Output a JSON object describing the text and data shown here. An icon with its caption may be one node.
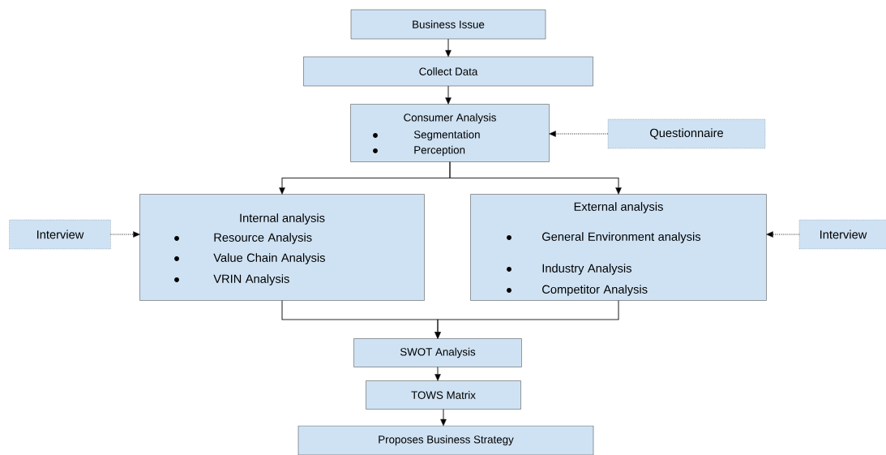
{
  "diagram": {
    "nodes": [
      {
        "text": [
          "Business Issue"
        ]
      },
      {
        "text": [
          "Collect Data"
        ]
      },
      {
        "text": [
          "Consumer Analysis",
          "Segmentation",
          "Perception"
        ]
      },
      {
        "text": [
          "Questionnaire"
        ]
      },
      {
        "text": [
          "Interview"
        ]
      },
      {
        "text": [
          "Internal analysis",
          "Resource Analysis",
          "Value Chain Analysis",
          "VRIN Analysis"
        ]
      },
      {
        "text": [
          "External analysis",
          "General Environment analysis",
          "Industry Analysis",
          "Competitor Analysis"
        ]
      },
      {
        "text": [
          "Interview"
        ]
      },
      {
        "text": [
          "SWOT Analysis"
        ]
      },
      {
        "text": [
          "TOWS Matrix"
        ]
      },
      {
        "text": [
          "Proposes Business Strategy"
        ]
      }
    ],
    "edges": [
      {
        "from": 0,
        "to": 1,
        "arrow": "to"
      },
      {
        "from": 1,
        "to": 2,
        "arrow": "to"
      },
      {
        "from": 3,
        "to": 2,
        "arrow": "to",
        "style": "dashed"
      },
      {
        "from": 2,
        "to": 5,
        "arrow": "to"
      },
      {
        "from": 2,
        "to": 6,
        "arrow": "to"
      },
      {
        "from": 4,
        "to": 5,
        "arrow": "to",
        "style": "dashed"
      },
      {
        "from": 7,
        "to": 6,
        "arrow": "to",
        "style": "dashed"
      },
      {
        "from": 5,
        "to": 8,
        "arrow": "to"
      },
      {
        "from": 6,
        "to": 8,
        "arrow": "to"
      },
      {
        "from": 8,
        "to": 9,
        "arrow": "to"
      },
      {
        "from": 9,
        "to": 10,
        "arrow": "to"
      }
    ]
  }
}
